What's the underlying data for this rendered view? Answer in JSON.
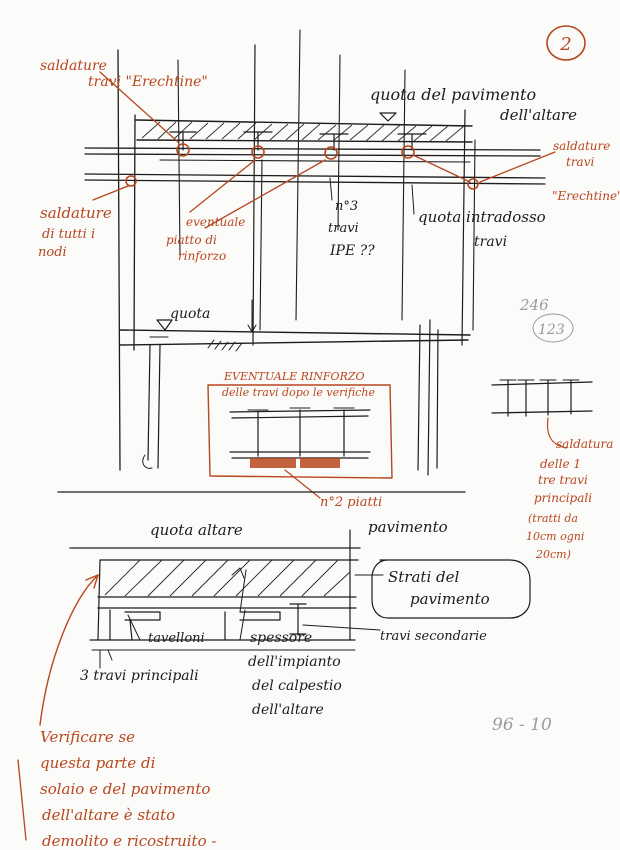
{
  "page_number": "2",
  "colors": {
    "ink": "#1c1c1c",
    "red_ink": "#b8461f",
    "pencil": "#9a9a9a",
    "paper": "#fbfbf9"
  },
  "section_top": {
    "red_note_top_left": [
      "saldature",
      "travi \"Erechtine\""
    ],
    "quota_pavimento": [
      "quota del pavimento",
      "dell'altare"
    ],
    "red_note_right": [
      "saldature",
      "travi",
      "\"Erechtine\""
    ],
    "red_note_left": [
      "saldature",
      "di tutti i",
      "nodi"
    ],
    "red_note_center": [
      "eventuale",
      "piatto di",
      "rinforzo"
    ],
    "black_note_beams": [
      "n°3",
      "travi",
      "IPE ??"
    ],
    "quota_intradosso": [
      "quota intradosso",
      "travi"
    ],
    "quota_label": "quota",
    "pencil_numbers": [
      "246",
      "123"
    ]
  },
  "reinforcement_box": {
    "title": [
      "EVENTUALE RINFORZO",
      "delle travi dopo le verifiche"
    ],
    "plates_note": "n°2 piatti"
  },
  "red_note_weld": [
    "saldatura",
    "delle 1",
    "tre travi",
    "principali",
    "(tratti da",
    "10cm ogni",
    "20cm)"
  ],
  "section_bottom": {
    "quota_altare": "quota altare",
    "pavimento": "pavimento",
    "strati_note": [
      "Strati del",
      "pavimento"
    ],
    "tavelloni": "tavelloni",
    "travi_secondarie": "travi secondarie",
    "travi_principali": "3 travi principali",
    "spessore_note": [
      "spessore",
      "dell'impianto",
      "del calpestio",
      "dell'altare"
    ]
  },
  "red_note_bottom": [
    "Verificare se",
    "questa parte di",
    "solaio e del pavimento",
    "dell'altare è stato",
    "demolito e ricostruito -"
  ],
  "pencil_bottom": "96 - 10"
}
